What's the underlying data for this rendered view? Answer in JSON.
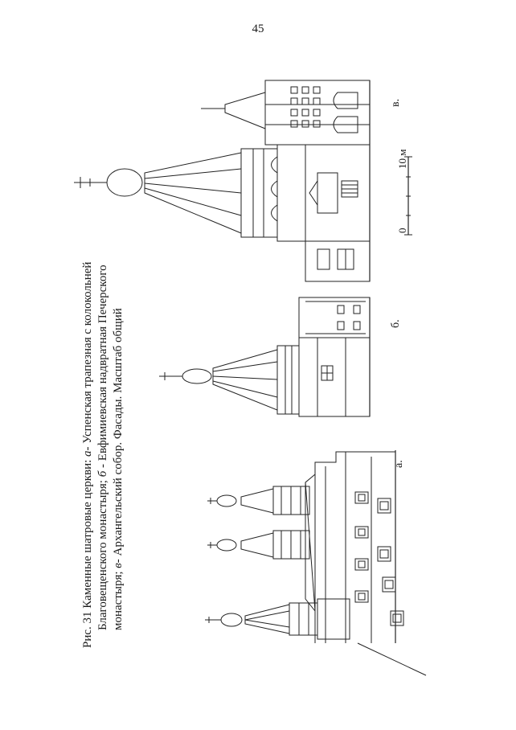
{
  "page": {
    "number": "45"
  },
  "caption": {
    "line1_a": "Рис. 31 Каменные шатровые церкви: ",
    "line1_b": "а",
    "line1_c": "- Успенская трапезная с колокольней",
    "line2_a": "Благовещенского монастыря; ",
    "line2_b": "б",
    "line2_c": " - Евфимиевская надвратная Печерского",
    "line3_a": "монастыря; ",
    "line3_b": "в",
    "line3_c": "- Архангельский собор. Фасады. Масштаб  общий"
  },
  "figure": {
    "labels": {
      "a": "а.",
      "b": "б.",
      "v": "в."
    },
    "scale": {
      "zero": "0",
      "ten": "10 м"
    }
  }
}
